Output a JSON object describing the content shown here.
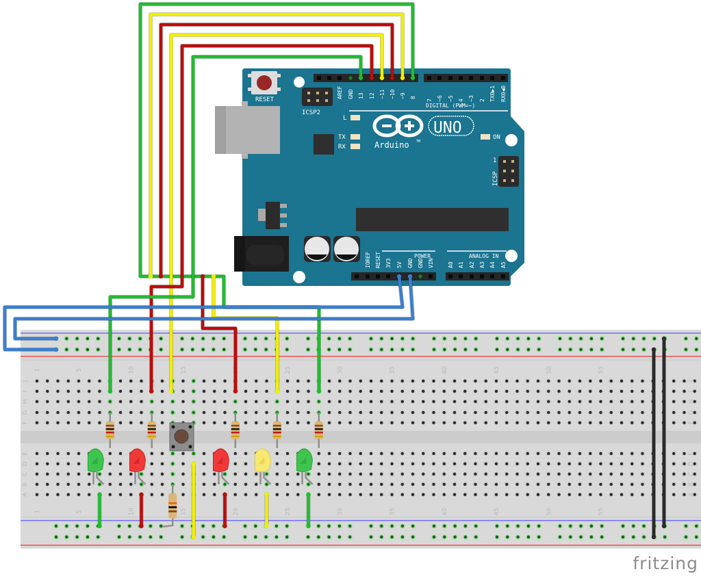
{
  "app": {
    "brand": "fritzing"
  },
  "arduino": {
    "model_logo": "UNO",
    "brand_name": "Arduino",
    "trademark": "TM",
    "reset_label": "RESET",
    "icsp2_label": "ICSP2",
    "icsp_label": "ICSP",
    "icsp_pin1": "1",
    "digital_label": "DIGITAL (PWM=~)",
    "power_label": "POWER",
    "analog_label": "ANALOG IN",
    "led_labels": [
      "L",
      "TX",
      "RX",
      "ON"
    ],
    "digital_pins_left": [
      "AREF",
      "GND",
      "13",
      "12",
      "~11",
      "~10",
      "~9",
      "8"
    ],
    "digital_pins_right": [
      "7",
      "~6",
      "~5",
      "4",
      "~3",
      "2",
      "TX0▶1",
      "RX0◀0"
    ],
    "power_pins": [
      "IOREF",
      "RESET",
      "3V3",
      "5V",
      "GND",
      "GND",
      "VIN"
    ],
    "analog_pins": [
      "A0",
      "A1",
      "A2",
      "A3",
      "A4",
      "A5"
    ],
    "colors": {
      "board": "#1b7490",
      "header": "#262626"
    }
  },
  "breadboard": {
    "row_labels_top": [
      "J",
      "I",
      "H",
      "G",
      "F"
    ],
    "row_labels_bottom": [
      "E",
      "D",
      "C",
      "B",
      "A"
    ],
    "column_labels": [
      "1",
      "5",
      "10",
      "15",
      "20",
      "25",
      "30",
      "35",
      "40",
      "45",
      "50",
      "55"
    ],
    "colors": {
      "rail_blue": "#3a3aff",
      "rail_red": "#ee5050",
      "body": "#d8d8d8"
    }
  },
  "components": {
    "leds": [
      {
        "color": "green",
        "column": 7
      },
      {
        "color": "red",
        "column": 11
      },
      {
        "color": "red",
        "column": 19
      },
      {
        "color": "yellow",
        "column": 23
      },
      {
        "color": "green",
        "column": 27
      }
    ],
    "resistors": [
      {
        "column": 8,
        "bands": [
          "brown",
          "black",
          "red"
        ]
      },
      {
        "column": 12,
        "bands": [
          "brown",
          "black",
          "red"
        ]
      },
      {
        "column": 20,
        "bands": [
          "brown",
          "black",
          "red"
        ]
      },
      {
        "column": 24,
        "bands": [
          "brown",
          "black",
          "red"
        ]
      },
      {
        "column": 28,
        "bands": [
          "brown",
          "black",
          "red"
        ]
      },
      {
        "column": 14,
        "bands": [
          "brown",
          "black",
          "orange"
        ]
      }
    ],
    "pushbutton": {
      "columns": [
        14,
        16
      ]
    }
  },
  "wires": [
    {
      "color": "green",
      "from": "pin 8",
      "to": "column 28"
    },
    {
      "color": "yellow",
      "from": "pin ~9",
      "to": "column 24"
    },
    {
      "color": "red",
      "from": "pin ~10",
      "to": "column 20"
    },
    {
      "color": "yellow",
      "from": "pin ~11",
      "to": "column 14"
    },
    {
      "color": "red",
      "from": "pin 12",
      "to": "column 12"
    },
    {
      "color": "green",
      "from": "pin 13",
      "to": "column 8"
    },
    {
      "color": "blue",
      "from": "5V",
      "to": "top rail"
    },
    {
      "color": "blue",
      "from": "GND",
      "to": "top rail"
    },
    {
      "color": "black",
      "from": "top rail",
      "to": "bottom rail"
    }
  ],
  "wire_colors": {
    "green": "#1fbd2f",
    "yellow": "#f1ef00",
    "red": "#bb0d0d",
    "blue": "#3a7fd0",
    "black": "#2a2a2a"
  }
}
